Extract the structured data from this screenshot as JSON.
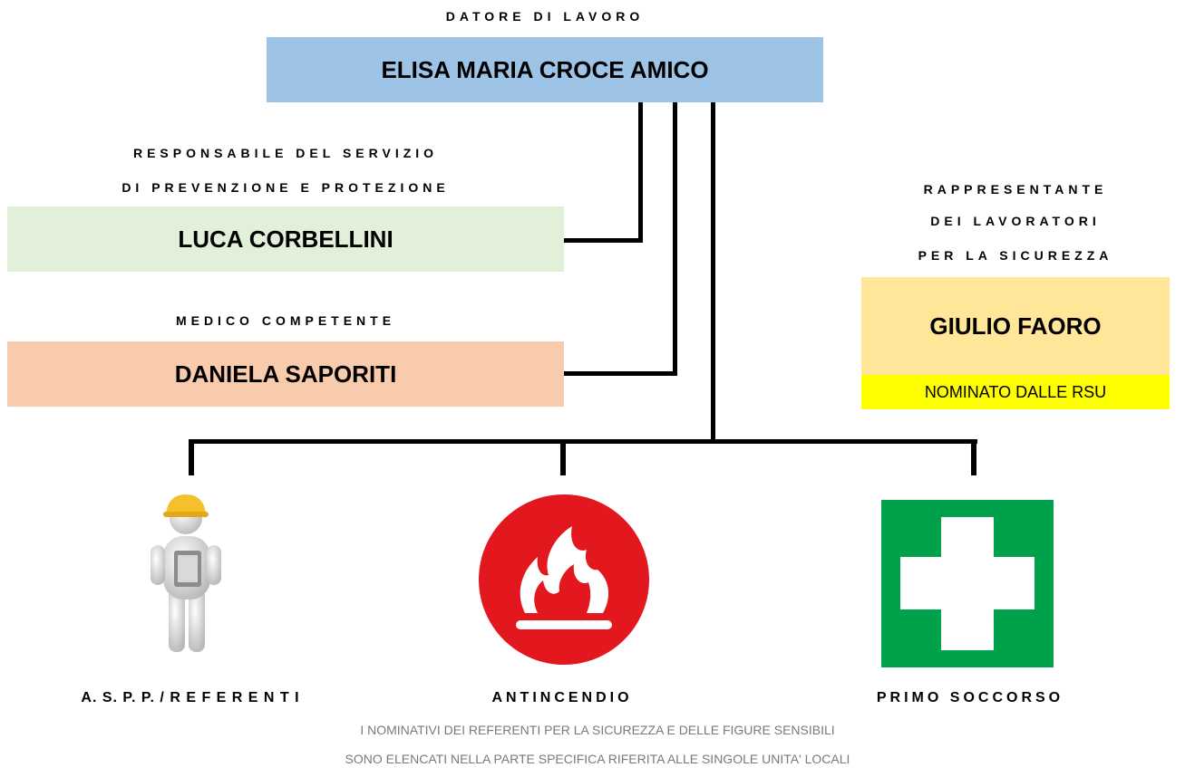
{
  "employer": {
    "caption": "DATORE DI LAVORO",
    "name": "ELISA MARIA CROCE AMICO",
    "color": "#9dc3e6"
  },
  "rspp": {
    "caption_line1": "RESPONSABILE DEL SERVIZIO",
    "caption_line2": "DI PREVENZIONE E PROTEZIONE",
    "name": "LUCA CORBELLINI",
    "color": "#e2f0d9"
  },
  "doctor": {
    "caption": "MEDICO COMPETENTE",
    "name": "DANIELA SAPORITI",
    "color": "#f8cbad"
  },
  "rls": {
    "caption_line1": "RAPPRESENTANTE",
    "caption_line2": "DEI LAVORATORI",
    "caption_line3": "PER LA SICUREZZA",
    "name": "GIULIO FAORO",
    "note": "NOMINATO DALLE RSU",
    "color": "#ffe699",
    "note_color": "#ffff00"
  },
  "branches": [
    {
      "label": "A. S. P. P. / R E F E R E N T I",
      "icon": "worker-helmet-icon"
    },
    {
      "label": "ANTINCENDIO",
      "icon": "fire-icon"
    },
    {
      "label": "PRIMO SOCCORSO",
      "icon": "first-aid-cross-icon"
    }
  ],
  "footer": {
    "line1": "I NOMINATIVI DEI REFERENTI PER LA SICUREZZA E DELLE FIGURE SENSIBILI",
    "line2": "SONO ELENCATI NELLA PARTE SPECIFICA RIFERITA ALLE SINGOLE UNITA' LOCALI"
  }
}
